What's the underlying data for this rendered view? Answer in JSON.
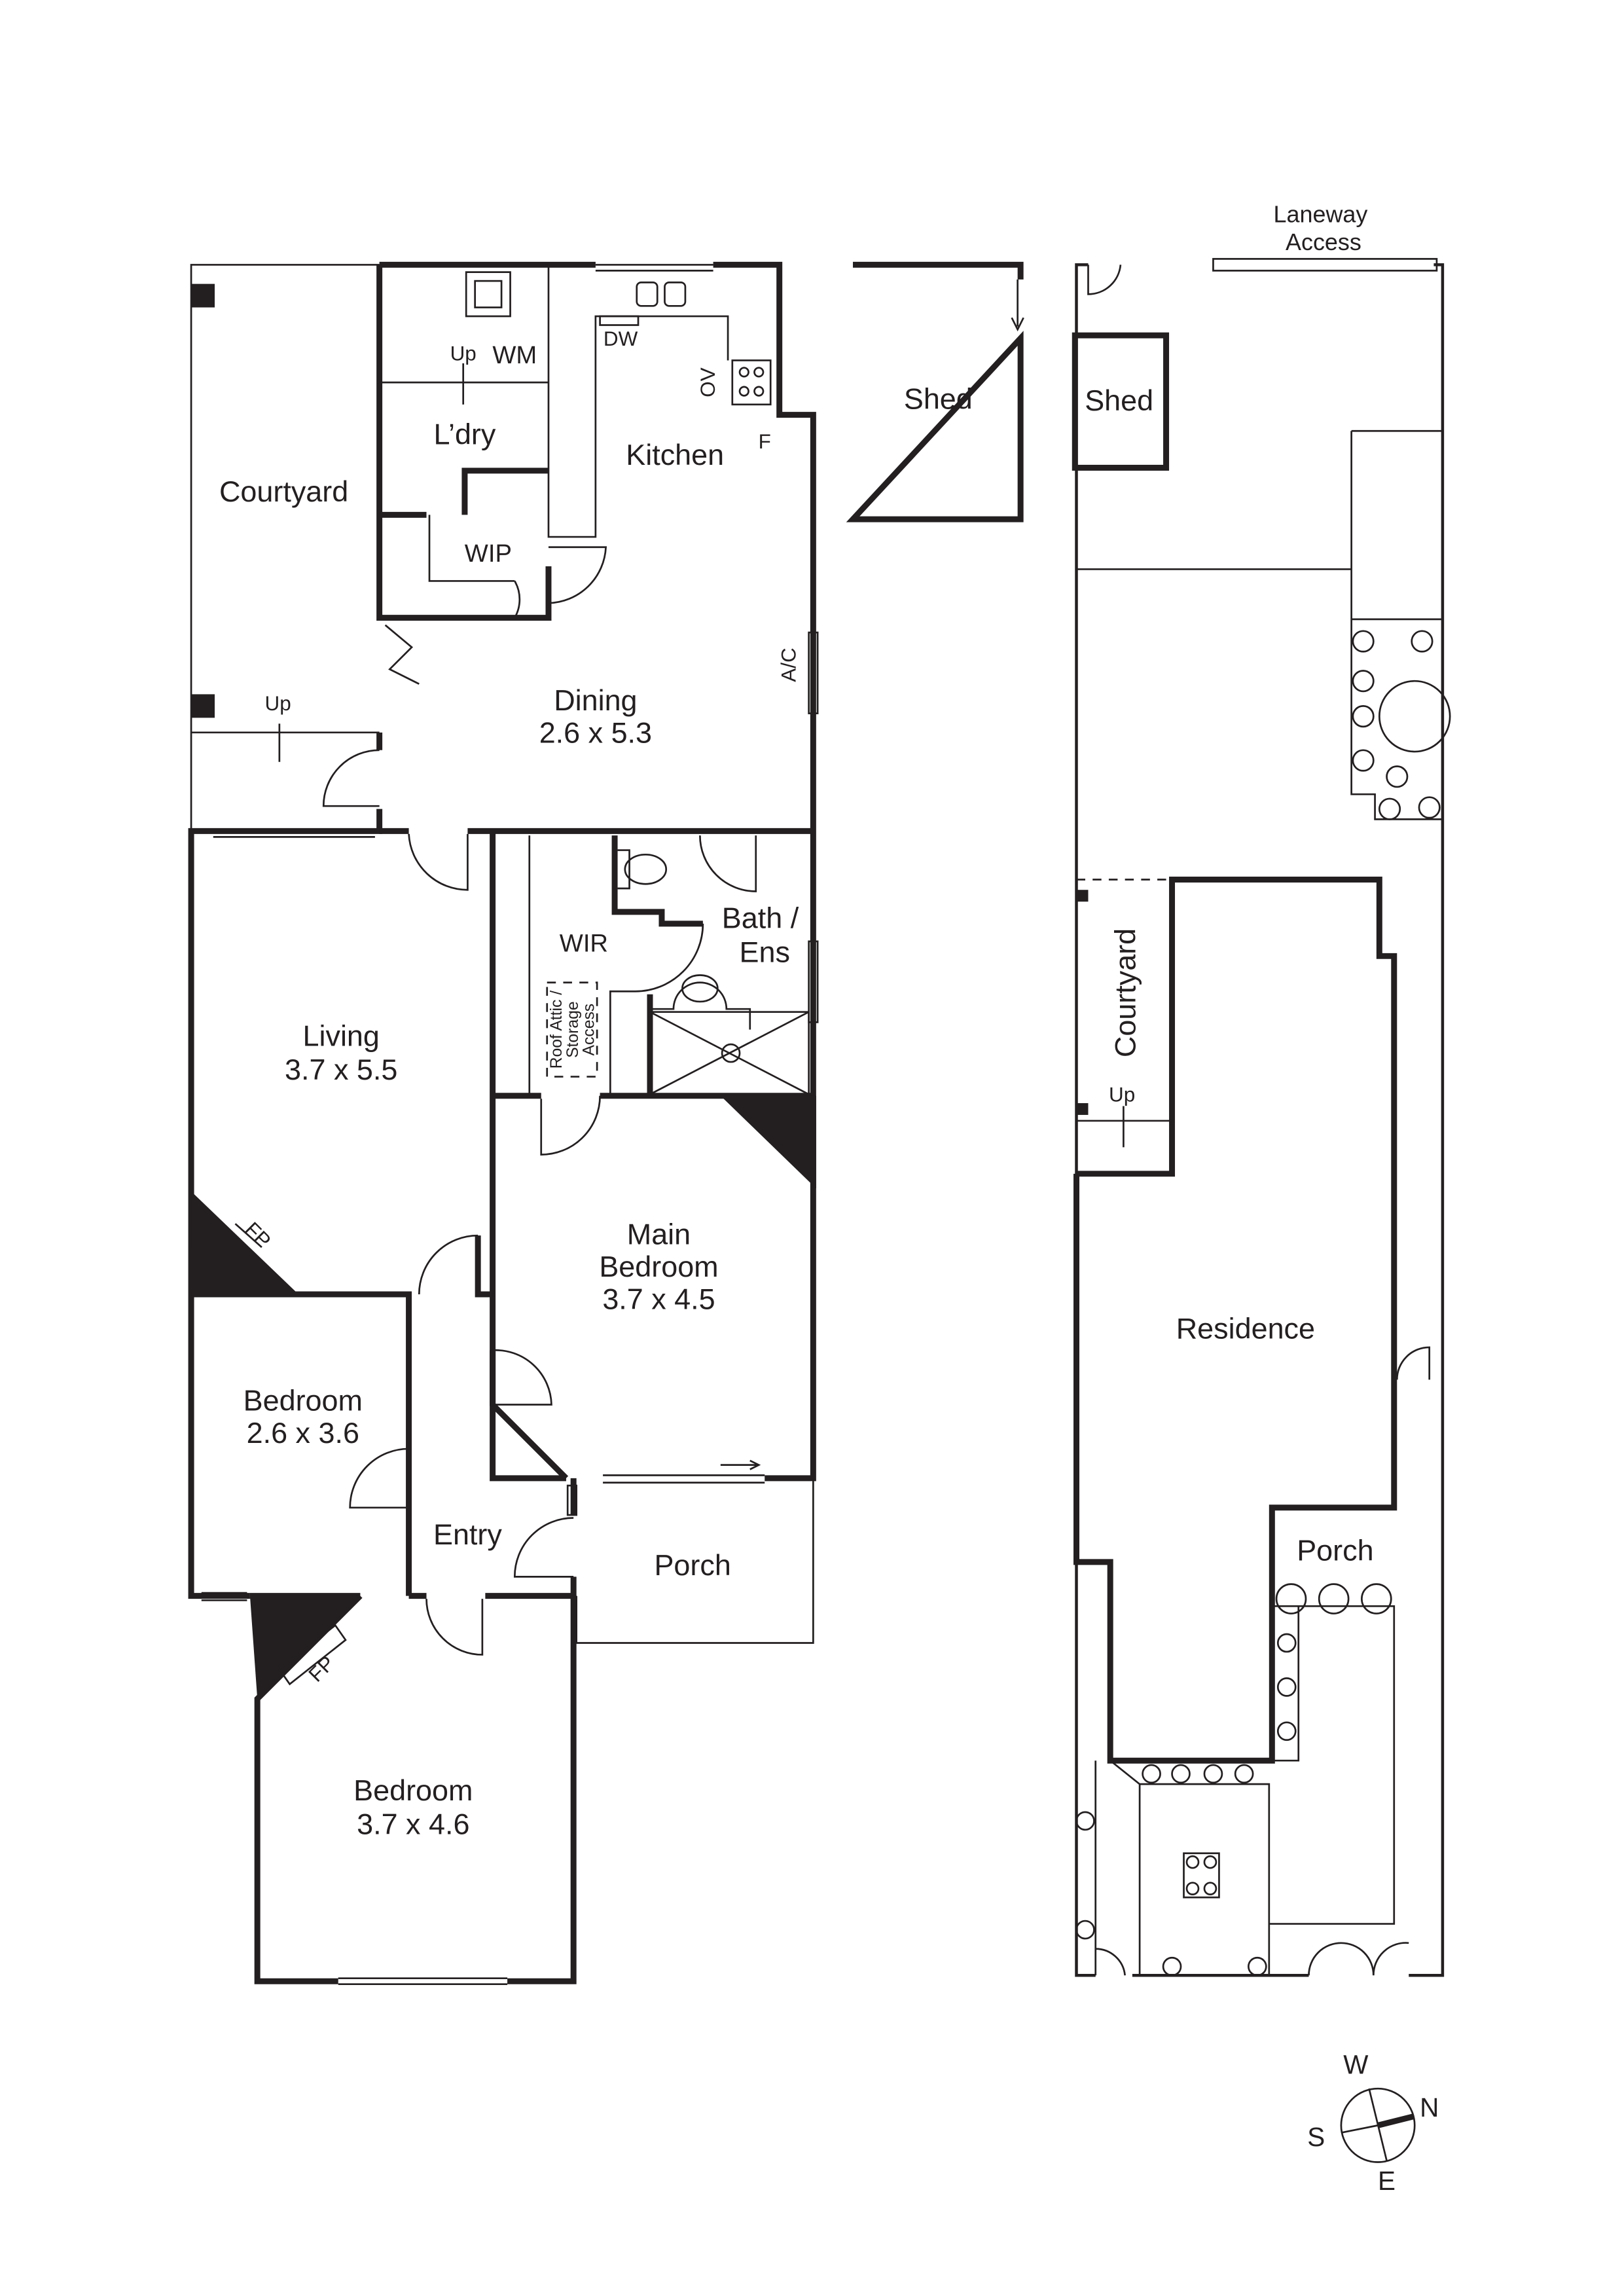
{
  "colors": {
    "ink": "#231f20",
    "background": "#ffffff"
  },
  "ground_floor": {
    "rooms": {
      "courtyard": "Courtyard",
      "laundry": "L’dry",
      "kitchen": "Kitchen",
      "wip": "WIP",
      "dining": {
        "name": "Dining",
        "size": "2.6 x 5.3"
      },
      "living": {
        "name": "Living",
        "size": "3.7 x 5.5"
      },
      "wir": "WIR",
      "bath": {
        "line1": "Bath /",
        "line2": "Ens"
      },
      "main_bedroom": {
        "line1": "Main",
        "line2": "Bedroom",
        "size": "3.7 x 4.5"
      },
      "bedroom2": {
        "name": "Bedroom",
        "size": "2.6 x 3.6"
      },
      "entry": "Entry",
      "porch": "Porch",
      "bedroom3": {
        "name": "Bedroom",
        "size": "3.7 x 4.6"
      },
      "shed": "Shed"
    },
    "fixtures": {
      "washing_machine": "WM",
      "dishwasher": "DW",
      "oven": "OV",
      "fridge": "F",
      "air_conditioner": "A/C",
      "fireplace": "FP",
      "stairs_up": "Up",
      "attic": {
        "line1": "Roof Attic /",
        "line2": "Storage",
        "line3": "Access"
      }
    }
  },
  "site_plan": {
    "laneway": {
      "line1": "Laneway",
      "line2": "Access"
    },
    "shed": "Shed",
    "courtyard": "Courtyard",
    "up": "Up",
    "residence": "Residence",
    "porch": "Porch"
  },
  "compass": {
    "north": "N",
    "south": "S",
    "east": "E",
    "west": "W",
    "icon": "compass-rose-icon"
  }
}
